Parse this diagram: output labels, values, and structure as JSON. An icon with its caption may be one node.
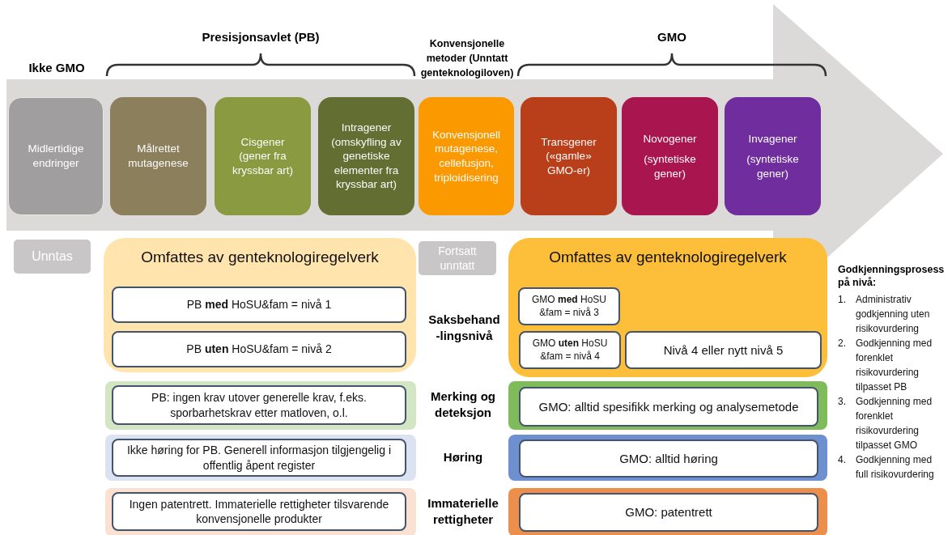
{
  "diagram": {
    "nodes": [
      {
        "text": [
          "Midlertidige endringer"
        ]
      },
      {
        "text": [
          "Målrettet mutagenese"
        ]
      },
      {
        "text": [
          "Cisgener (gener fra kryssbar art)"
        ]
      },
      {
        "text": [
          "Intragener (omskyfling av genetiske elementer fra kryssbar art)"
        ]
      },
      {
        "text": [
          "Konvensjonell mutagenese, cellefusjon, triploidisering"
        ]
      },
      {
        "text": [
          "Transgener («gamle» GMO-er)"
        ]
      },
      {
        "text": [
          "Novogener",
          "(syntetiske gener)"
        ]
      },
      {
        "text": [
          "Invagener",
          "(syntetiske gener)"
        ]
      },
      {
        "text": [
          "Unntas"
        ]
      },
      {
        "text": [
          "Fortsatt unntatt"
        ]
      },
      {
        "text": [
          "Omfattes av genteknologiregelverk"
        ]
      },
      {
        "text": [
          "PB **med** HoSU&fam = nivå 1"
        ],
        "in": 10
      },
      {
        "text": [
          "PB **uten** HoSU&fam = nivå 2"
        ],
        "in": 10
      },
      {
        "text": [
          "Omfattes av genteknologiregelverk"
        ]
      },
      {
        "text": [
          "GMO **med** HoSU &fam = nivå 3"
        ],
        "in": 13
      },
      {
        "text": [
          "GMO **uten** HoSU &fam = nivå 4"
        ],
        "in": 13
      },
      {
        "text": [
          "Nivå 4 eller nytt nivå 5"
        ],
        "in": 13
      },
      {
        "text": [],
        "shape": "box"
      },
      {
        "text": [
          "PB: ingen krav utover generelle krav, f.eks. sporbarhetskrav etter matloven, o.l."
        ],
        "in": 17
      },
      {
        "text": [],
        "shape": "box"
      },
      {
        "text": [
          "GMO: alltid spesifikk merking og analysemetode"
        ],
        "in": 19
      },
      {
        "text": [],
        "shape": "box"
      },
      {
        "text": [
          "Ikke høring for PB. Generell informasjon tilgjengelig i offentlig åpent register"
        ],
        "in": 21
      },
      {
        "text": [],
        "shape": "box"
      },
      {
        "text": [
          "GMO: alltid høring"
        ],
        "in": 23
      },
      {
        "text": [],
        "shape": "box"
      },
      {
        "text": [
          "Ingen patentrett. Immaterielle rettigheter tilsvarende konvensjonelle produkter"
        ],
        "in": 25
      },
      {
        "text": [],
        "shape": "box"
      },
      {
        "text": [
          "GMO: patentrett"
        ],
        "in": 27
      }
    ],
    "labels": [
      "Ikke GMO",
      "Presisjonsavlet (PB)",
      "Konvensjonelle metoder (Unntatt genteknologiloven)",
      "GMO",
      "Saksbehand -lingsnivå",
      "Merking og deteksjon",
      "Høring",
      "Immaterielle rettigheter",
      "Godkjenningsprosess på nivå:",
      "1.",
      "Administrativ godkjenning uten risikovurdering",
      "2.",
      "Godkjenning med forenklet risikovurdering tilpasset PB",
      "3.",
      "Godkjenning med forenklet risikovurdering tilpasset GMO",
      "4.",
      "Godkjenning med full risikovurdering"
    ]
  }
}
